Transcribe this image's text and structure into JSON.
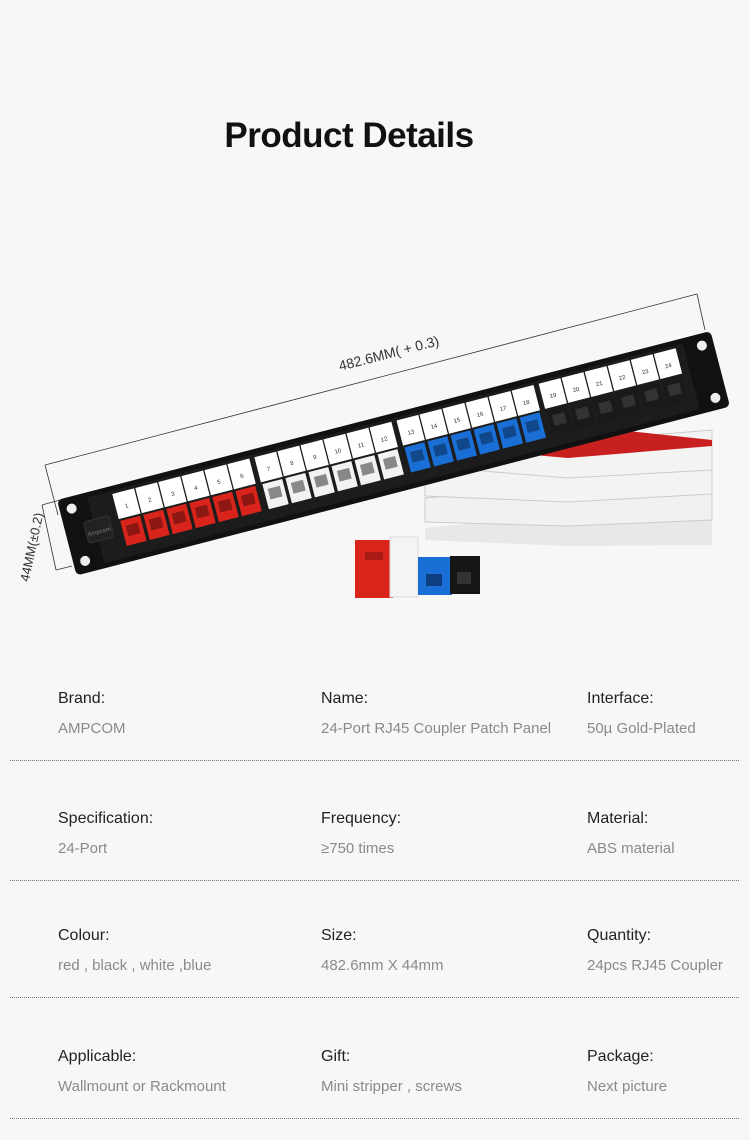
{
  "title": "Product Details",
  "product_image": {
    "length_label": "482.6MM( + 0.3)",
    "height_label": "44MM(±0.2)",
    "brand_logo": "Ampcom",
    "port_numbers": [
      "1",
      "2",
      "3",
      "4",
      "5",
      "6",
      "7",
      "8",
      "9",
      "10",
      "11",
      "12",
      "13",
      "14",
      "15",
      "16",
      "17",
      "18",
      "19",
      "20",
      "21",
      "22",
      "23",
      "24"
    ],
    "port_colors": [
      "#d9241c",
      "#f2f2f2",
      "#1a6fd6",
      "#1a1a1a"
    ]
  },
  "specs": [
    [
      {
        "label": "Brand:",
        "value": "AMPCOM"
      },
      {
        "label": "Name:",
        "value": "24-Port RJ45 Coupler Patch Panel"
      },
      {
        "label": "Interface:",
        "value": "50µ Gold-Plated"
      }
    ],
    [
      {
        "label": "Specification:",
        "value": "24-Port"
      },
      {
        "label": "Frequency:",
        "value": "≥750 times"
      },
      {
        "label": "Material:",
        "value": "ABS material"
      }
    ],
    [
      {
        "label": "Colour:",
        "value": "red , black , white ,blue"
      },
      {
        "label": "Size:",
        "value": "482.6mm X 44mm"
      },
      {
        "label": "Quantity:",
        "value": "24pcs RJ45 Coupler"
      }
    ],
    [
      {
        "label": "Applicable:",
        "value": "Wallmount or Rackmount"
      },
      {
        "label": "Gift:",
        "value": "Mini stripper , screws"
      },
      {
        "label": "Package:",
        "value": "Next picture"
      }
    ]
  ]
}
